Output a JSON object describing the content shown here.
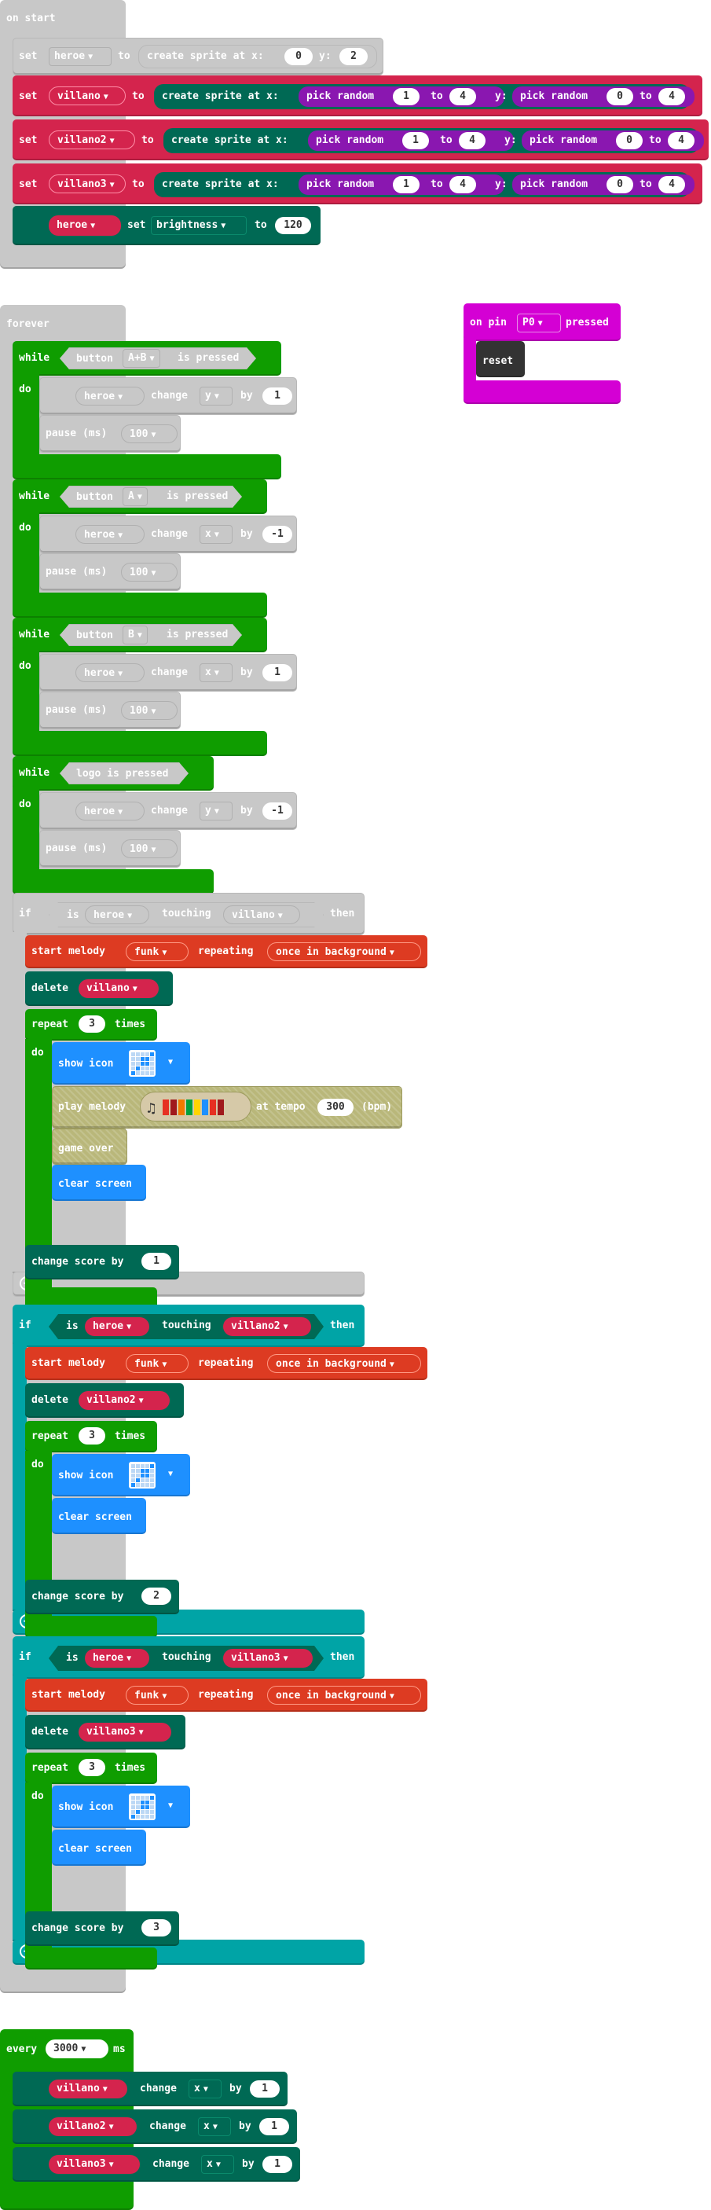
{
  "on_start": {
    "hat": "on start",
    "kw_set": "set",
    "kw_to": "to",
    "create_sprite": "create sprite at x:",
    "y": "y:",
    "pick_random": "pick random",
    "hero_var": "heroe",
    "hero_x": "0",
    "hero_y": "2",
    "villains": [
      "villano",
      "villano2",
      "villano3"
    ],
    "rand_low": "1",
    "rand_high": "4",
    "rand_y_low": "0",
    "rand_y_high": "4",
    "sprite": "heroe",
    "brightness_label": "brightness",
    "brightness_value": "120"
  },
  "forever": {
    "hat": "forever",
    "kw_while": "while",
    "kw_do": "do",
    "kw_button": "button",
    "kw_is_pressed": "is pressed",
    "kw_logo_pressed": "logo is pressed",
    "kw_change": "change",
    "kw_by": "by",
    "kw_pause": "pause (ms)",
    "pause_value": "100",
    "sprite": "heroe",
    "loops": [
      {
        "button": "A+B",
        "axis": "y",
        "delta": "1"
      },
      {
        "button": "A",
        "axis": "x",
        "delta": "-1"
      },
      {
        "button": "B",
        "axis": "x",
        "delta": "1"
      },
      {
        "button": "",
        "axis": "y",
        "delta": "-1"
      }
    ],
    "kw_if": "if",
    "kw_is": "is",
    "kw_touching": "touching",
    "kw_then": "then",
    "kw_start_melody": "start melody",
    "melody": "funk",
    "kw_repeating": "repeating",
    "repeat_mode": "once in background",
    "kw_delete": "delete",
    "kw_repeat": "repeat",
    "repeat_count": "3",
    "kw_times": "times",
    "kw_show_icon": "show icon",
    "kw_play_melody": "play melody",
    "kw_at_tempo": "at tempo",
    "tempo": "300",
    "kw_bpm": "(bpm)",
    "kw_game_over": "game over",
    "kw_clear_screen": "clear screen",
    "kw_change_score": "change score by",
    "ifs": [
      {
        "villain": "villano",
        "score": "1"
      },
      {
        "villain": "villano2",
        "score": "2"
      },
      {
        "villain": "villano3",
        "score": "3"
      }
    ]
  },
  "on_pin": {
    "label_on_pin": "on pin",
    "pin": "P0",
    "label_pressed": "pressed",
    "reset": "reset"
  },
  "every": {
    "label_every": "every",
    "interval": "3000",
    "label_ms": "ms",
    "axis": "x",
    "delta": "1",
    "kw_change": "change",
    "kw_by": "by",
    "villains": [
      "villano",
      "villano2",
      "villano3"
    ]
  },
  "colors": {
    "disabled": "#c8c8c8",
    "sprite_var": "#d4244d",
    "game": "#006954",
    "math": "#8a17b0",
    "loops": "#0f9d00",
    "music": "#dd3b22",
    "logic": "#00a4a6",
    "basic": "#1e90ff",
    "pins": "#d400d4"
  },
  "icons": [
    "dropdown-arrow-icon",
    "led-icon-pattern",
    "melody-bars-icon",
    "plus-icon"
  ]
}
